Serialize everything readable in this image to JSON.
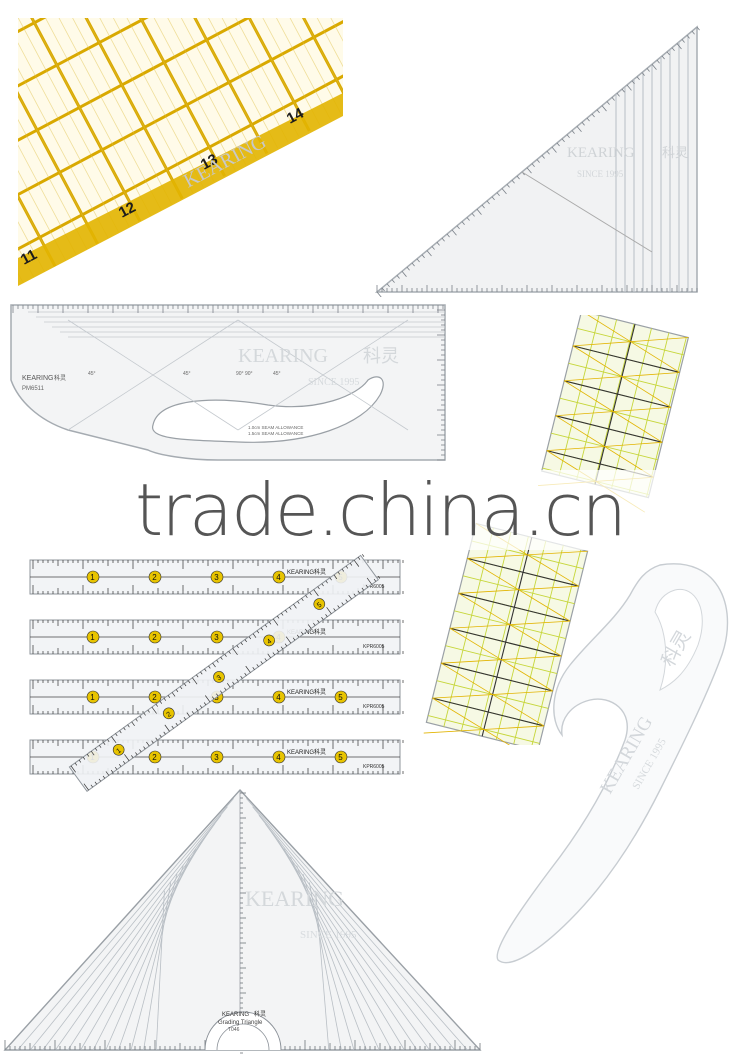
{
  "brand": {
    "name": "KEARING",
    "chinese": "科灵",
    "since": "SINCE 1995"
  },
  "watermark": {
    "site": "trade.china.cn"
  },
  "quilting_ruler": {
    "numbers": [
      "11",
      "12",
      "13",
      "14"
    ]
  },
  "curve_ruler": {
    "model": "PM6511",
    "angles": [
      "45°",
      "45°",
      "90° 90°",
      "45°"
    ],
    "seam_1": "1.0cm SEAM ALLOWANCE",
    "seam_2": "1.5cm SEAM ALLOWANCE"
  },
  "straight_rulers": {
    "model": "KPR6005",
    "numbers": [
      "1",
      "2",
      "3",
      "4",
      "5"
    ]
  },
  "grading_triangle": {
    "label": "Grading Triangle",
    "model": "T046"
  },
  "colors": {
    "yellow": "#e2b400",
    "green_line": "#b8cc30",
    "ruler_gray": "#9aa0a8"
  }
}
